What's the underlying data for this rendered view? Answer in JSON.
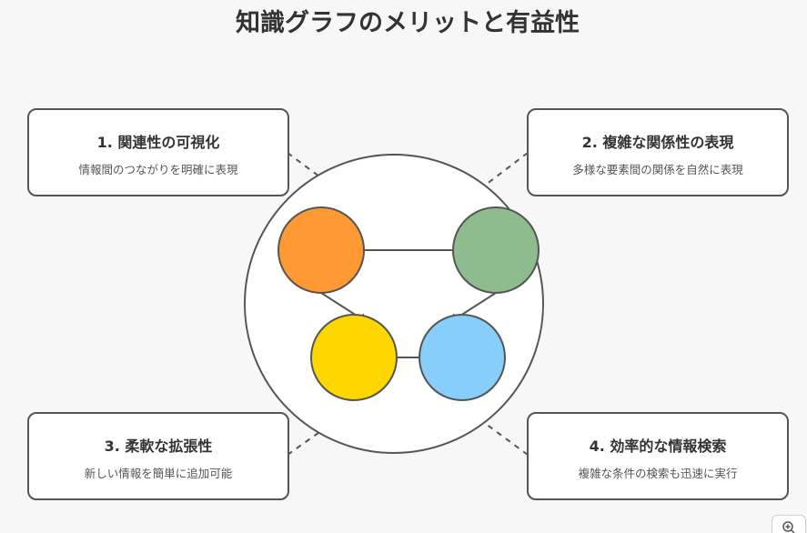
{
  "title": "知識グラフのメリットと有益性",
  "cards": [
    {
      "title": "1. 関連性の可視化",
      "description": "情報間のつながりを明確に表現"
    },
    {
      "title": "2. 複雑な関係性の表現",
      "description": "多様な要素間の関係を自然に表現"
    },
    {
      "title": "3. 柔軟な拡張性",
      "description": "新しい情報を簡単に追加可能"
    },
    {
      "title": "4. 効率的な情報検索",
      "description": "複雑な条件の検索も迅速に実行"
    }
  ],
  "nodes": [
    {
      "id": "orange",
      "color": "#FF9933"
    },
    {
      "id": "green",
      "color": "#8FBC8F"
    },
    {
      "id": "yellow",
      "color": "#FFD700"
    },
    {
      "id": "blue",
      "color": "#87CEFA"
    }
  ],
  "colors": {
    "background": "#f7f7f7",
    "stroke": "#555555",
    "card_fill": "#ffffff"
  },
  "controls": {
    "zoom_icon": "zoom-in-icon"
  }
}
